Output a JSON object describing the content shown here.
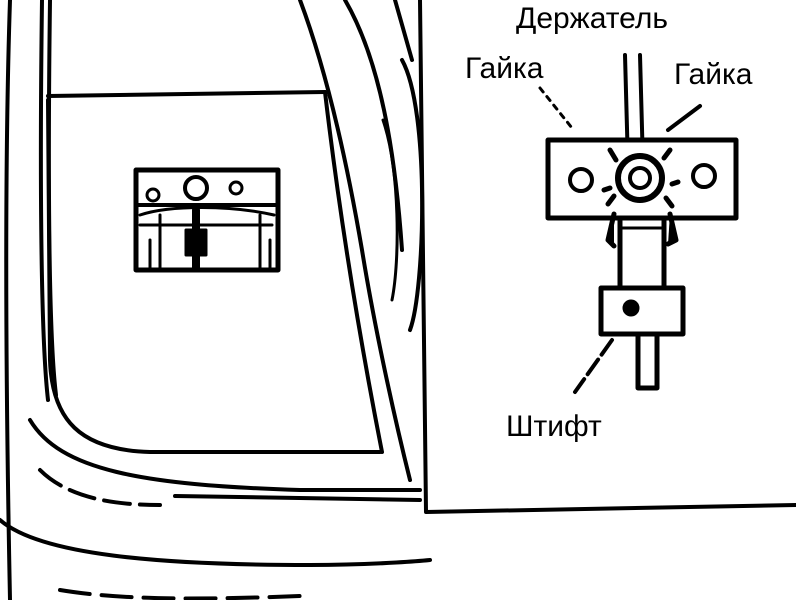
{
  "labels": {
    "holder": "Держатель",
    "nut_left": "Гайка",
    "nut_right": "Гайка",
    "pin": "Штифт"
  },
  "colors": {
    "ink": "#000000",
    "paper": "#ffffff"
  }
}
